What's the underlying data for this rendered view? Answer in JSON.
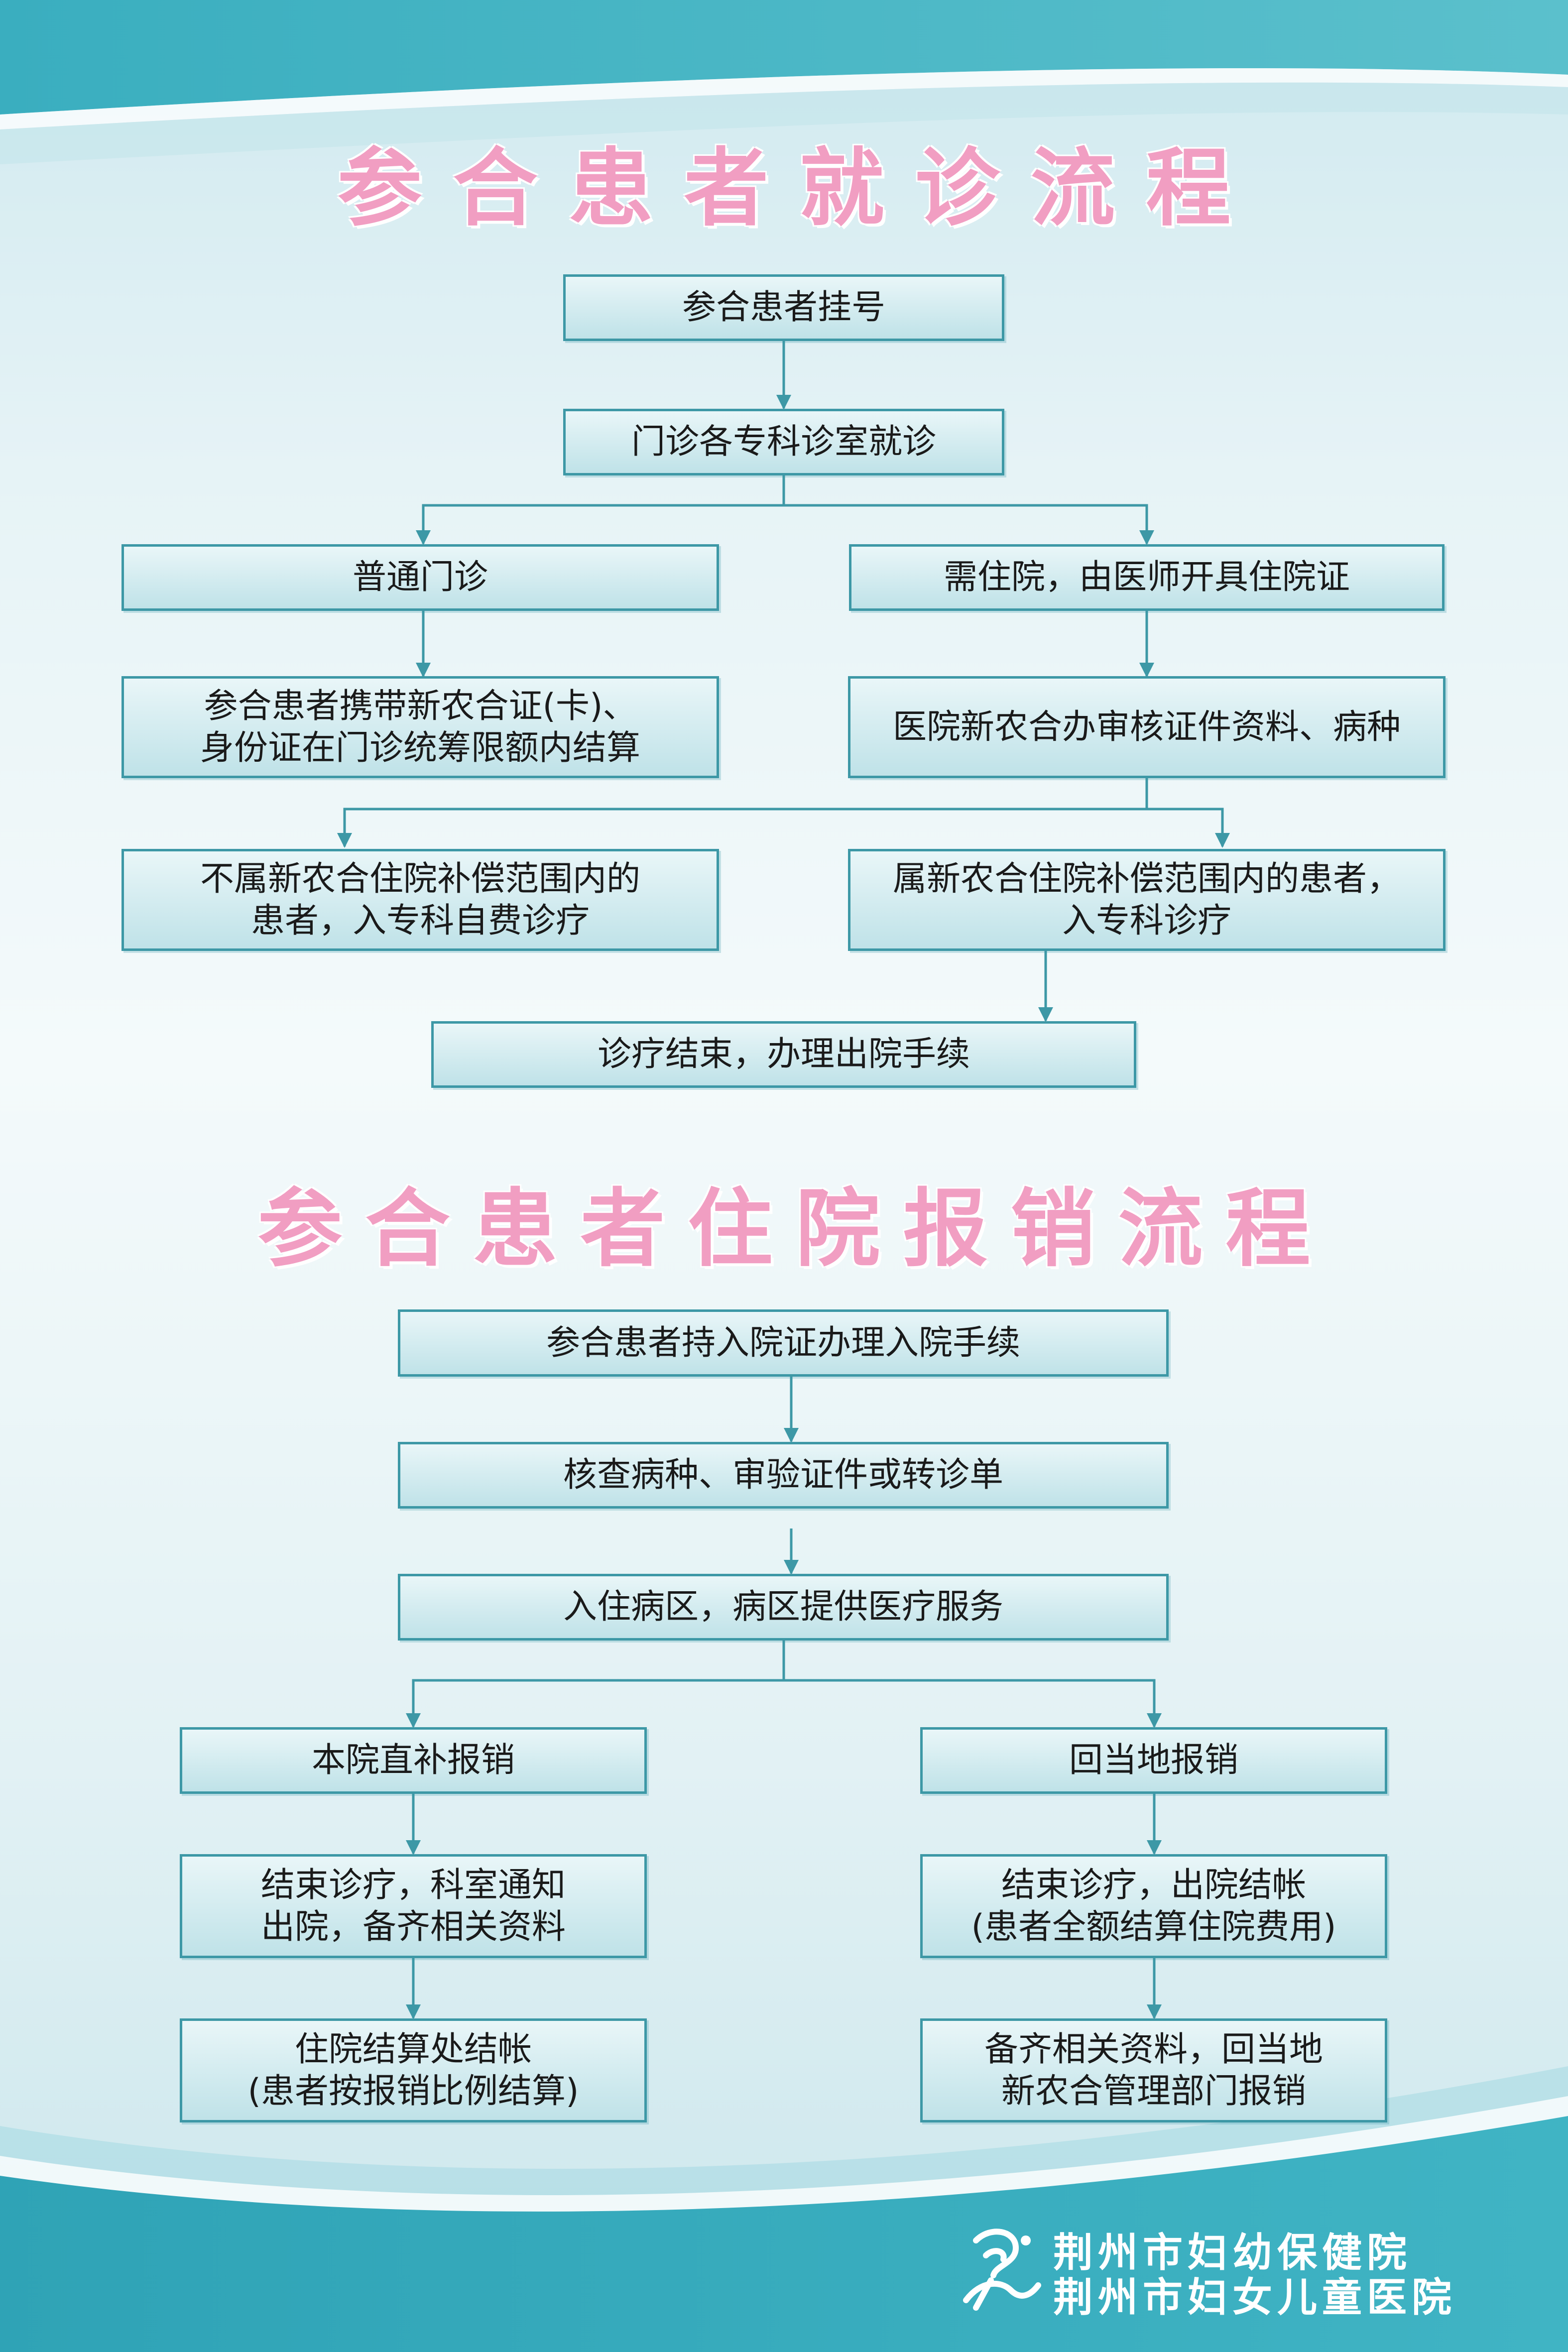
{
  "colors": {
    "title_pink": "#f19ec2",
    "box_border": "#3d98a6",
    "arrow": "#3d98a6",
    "footer_teal": "#3aaebf"
  },
  "outpatient": {
    "title": "参合患者就诊流程",
    "boxes": {
      "register": "参合患者挂号",
      "clinic": "门诊各专科诊室就诊",
      "general": "普通门诊",
      "need_hospital": "需住院，由医师开具住院证",
      "settle_card": "参合患者携带新农合证(卡)、\n身份证在门诊统筹限额内结算",
      "audit": "医院新农合办审核证件资料、病种",
      "not_covered": "不属新农合住院补偿范围内的\n患者，入专科自费诊疗",
      "covered": "属新农合住院补偿范围内的患者，\n入专科诊疗",
      "discharge": "诊疗结束，办理出院手续"
    }
  },
  "reimbursement": {
    "title": "参合患者住院报销流程",
    "boxes": {
      "admit": "参合患者持入院证办理入院手续",
      "verify": "核查病种、审验证件或转诊单",
      "ward": "入住病区，病区提供医疗服务",
      "direct": "本院直补报销",
      "local": "回当地报销",
      "direct_end": "结束诊疗，科室通知\n出院，备齐相关资料",
      "local_end": "结束诊疗，出院结帐\n(患者全额结算住院费用)",
      "direct_settle": "住院结算处结帐\n(患者按报销比例结算)",
      "local_settle": "备齐相关资料，回当地\n新农合管理部门报销"
    }
  },
  "footer": {
    "logo_icon": "hospital-logo-icon",
    "org_line1": "荆州市妇幼保健院",
    "org_line2": "荆州市妇女儿童医院"
  }
}
